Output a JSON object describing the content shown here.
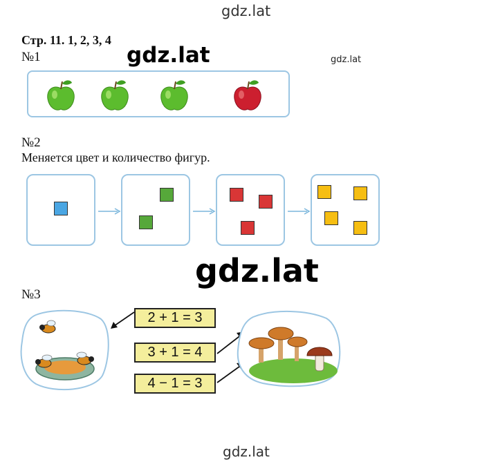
{
  "watermarks": {
    "top": "gdz.lat",
    "mid_left": "gdz.lat",
    "mid_small": "gdz.lat",
    "big": "gdz.lat",
    "bottom": "gdz.lat"
  },
  "page_ref": "Стр. 11. 1, 2, 3, 4",
  "task1": {
    "number": "№1",
    "apples": [
      {
        "color": "green",
        "fill": "#5cbc2e"
      },
      {
        "color": "green",
        "fill": "#5cbc2e"
      },
      {
        "color": "green",
        "fill": "#5cbc2e"
      },
      {
        "color": "red",
        "fill": "#cc1f2f"
      }
    ]
  },
  "task2": {
    "number": "№2",
    "description": "Меняется цвет и количество фигур.",
    "sequence": [
      {
        "color": "blue",
        "count": 1,
        "fill": "#4aa6e3"
      },
      {
        "color": "green",
        "count": 2,
        "fill": "#56a83a"
      },
      {
        "color": "red",
        "count": 3,
        "fill": "#d93636"
      },
      {
        "color": "yellow",
        "count": 4,
        "fill": "#f6be12"
      }
    ]
  },
  "task3": {
    "number": "№3",
    "equations": [
      "2 + 1 = 3",
      "3 + 1 = 4",
      "4 − 1 = 3"
    ],
    "left_picture": "bees-on-plate-icon",
    "right_picture": "mushrooms-icon"
  },
  "colors": {
    "frame_border": "#9cc6e3",
    "equation_fill": "#f4ee9c",
    "arrow": "#7ab6dc"
  }
}
